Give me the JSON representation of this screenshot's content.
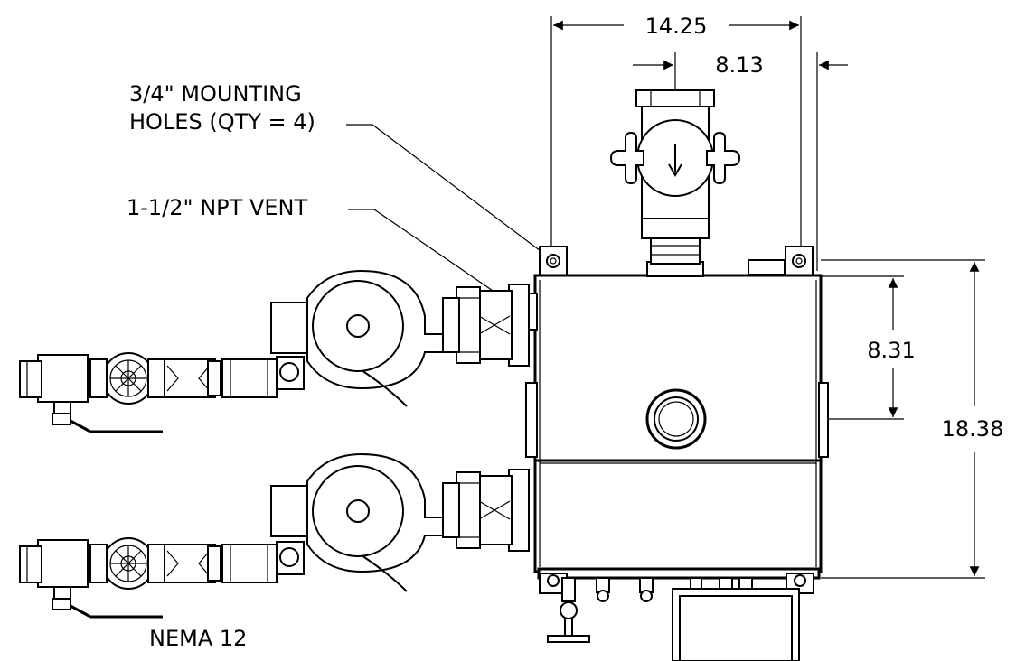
{
  "dimensions": {
    "overall_width": "14.25",
    "vent_offset_x": "8.13",
    "vent_offset_y": "8.31",
    "overall_height": "18.38"
  },
  "callouts": {
    "mounting_holes_line1": "3/4\" MOUNTING",
    "mounting_holes_line2": "HOLES (QTY = 4)",
    "vent": "1-1/2\" NPT VENT",
    "enclosure": "NEMA 12"
  }
}
